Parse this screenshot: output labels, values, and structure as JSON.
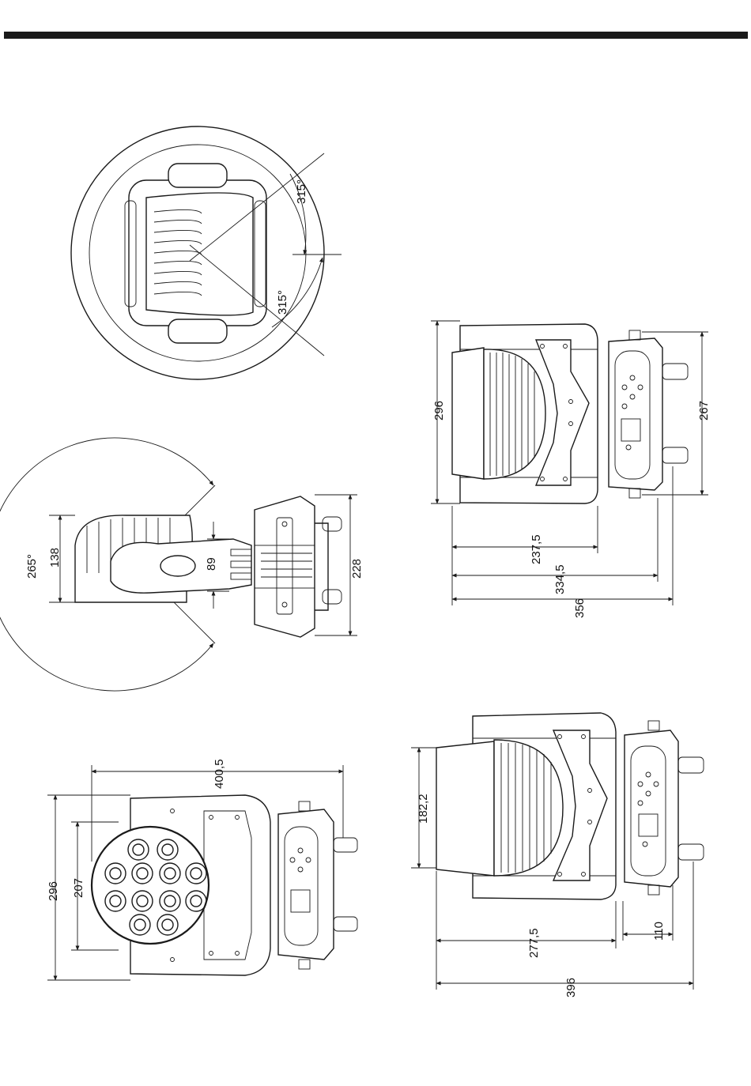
{
  "dimensions": {
    "tilt_top_deg": "315°",
    "tilt_bottom_deg": "315°",
    "side_pan_deg": "265°",
    "side_head_height": "138",
    "side_yoke_gap": "89",
    "side_base_height": "228",
    "back_height": "296",
    "back_base_height": "267",
    "back_depth_1": "237,5",
    "back_depth_2": "334,5",
    "back_depth_3": "356",
    "front_height": "296",
    "front_lens_dia": "207",
    "front_width": "400,5",
    "top_head_height": "182,2",
    "top_depth": "277,5",
    "top_base": "110",
    "top_total": "396"
  },
  "colors": {
    "line": "#1a1a1a",
    "header_bar": "#1a1a1a"
  }
}
